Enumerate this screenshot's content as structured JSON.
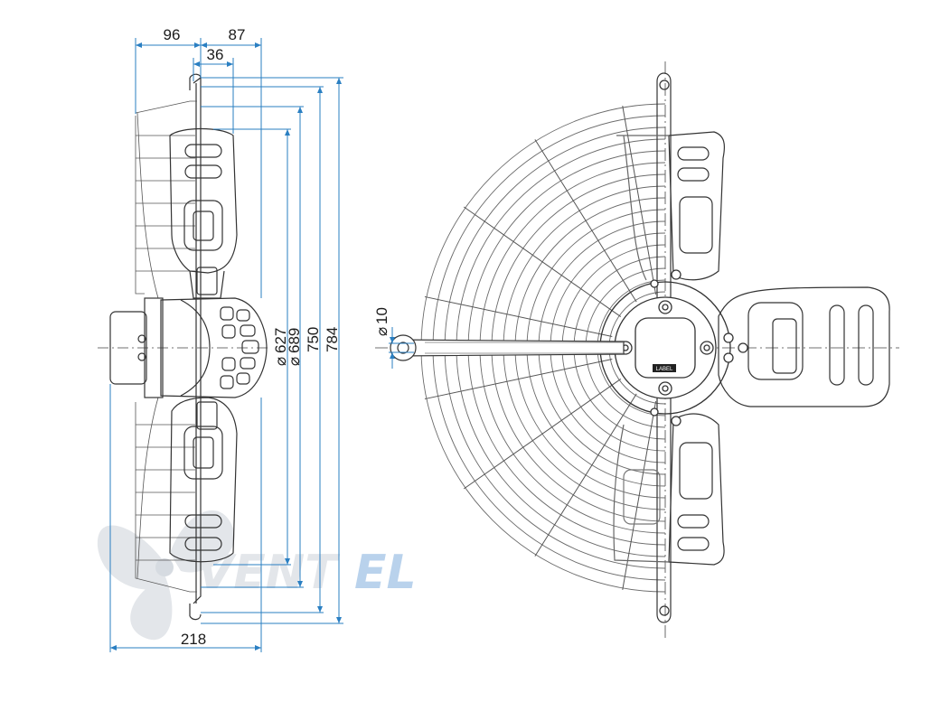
{
  "colors": {
    "dimension": "#2a7fc2",
    "outline": "#333333",
    "grille": "#6b6b6b",
    "watermark_gray": "#e3e6ea",
    "watermark_blue": "#b9d2ec"
  },
  "dimensions": {
    "depth_front": "96",
    "depth_rear": "87",
    "mount_offset": "36",
    "total_depth": "218",
    "dia_627": "627",
    "dia_689": "689",
    "height_750": "750",
    "height_784": "784",
    "hole_dia": "10"
  },
  "symbols": {
    "diameter": "⌀"
  },
  "watermark": {
    "text_dark": "VENT",
    "text_light": "EL"
  },
  "label_badge": "LABEL"
}
